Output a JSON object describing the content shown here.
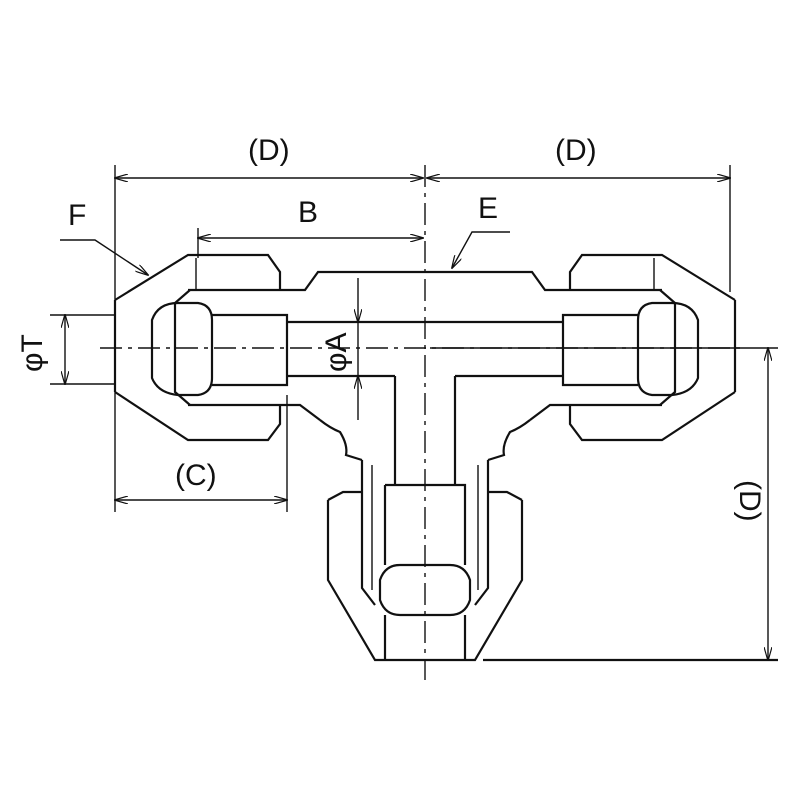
{
  "title": "Union tee fitting dimensional drawing",
  "labels": {
    "d_left": "(D)",
    "d_right": "(D)",
    "d_vertical": "(D)",
    "b": "B",
    "c": "(C)",
    "e": "E",
    "f": "F",
    "phi_t": "φT",
    "phi_a": "φA"
  },
  "colors": {
    "line": "#111111",
    "background": "#ffffff"
  }
}
